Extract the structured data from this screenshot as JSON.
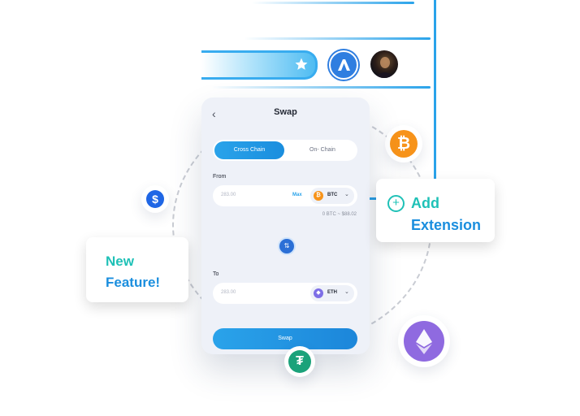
{
  "colors": {
    "accent_blue": "#2aa3ea",
    "teal": "#1fc1b7",
    "bitcoin": "#f7931a",
    "ethereum": "#8f6ae0",
    "tether": "#1ba27a",
    "dollar": "#1f66e5"
  },
  "browser": {
    "icons": [
      "star-icon",
      "app-logo-icon",
      "user-avatar"
    ]
  },
  "swap": {
    "title": "Swap",
    "back_icon": "chevron-left-icon",
    "tabs": [
      {
        "label": "Cross Chain",
        "active": true
      },
      {
        "label": "On- Chain",
        "active": false
      }
    ],
    "from": {
      "label": "From",
      "placeholder": "283.00",
      "max_label": "Max",
      "coin": "BTC",
      "balance": "0 BTC ~ $88.02"
    },
    "to": {
      "label": "To",
      "placeholder": "283.00",
      "coin": "ETH"
    },
    "switch_icon": "swap-arrows-icon",
    "button_label": "Swap"
  },
  "cards": {
    "feature": {
      "line1": "New",
      "line2": "Feature!"
    },
    "extension": {
      "line1": "Add",
      "line2": "Extension",
      "icon": "plus-circle-icon"
    }
  },
  "floating_coins": [
    "bitcoin-icon",
    "dollar-icon",
    "ethereum-icon",
    "tether-icon"
  ]
}
